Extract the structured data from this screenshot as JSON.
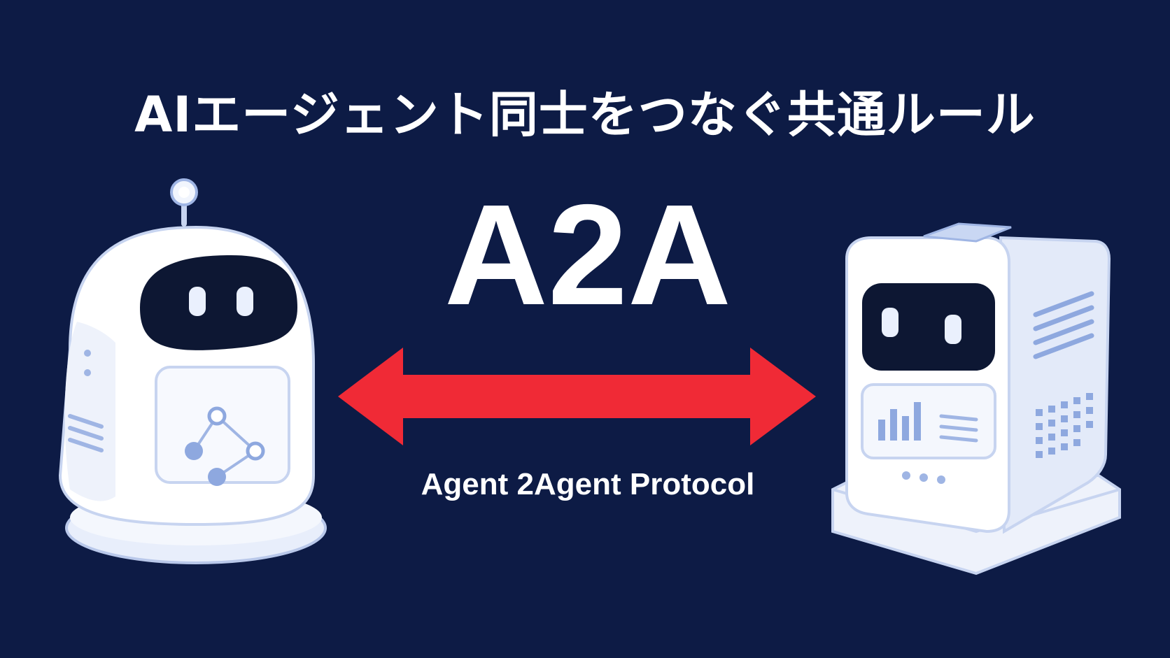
{
  "title": "AIエージェント同士をつなぐ共通ルール",
  "headline": "A2A",
  "subtitle": "Agent 2Agent Protocol",
  "colors": {
    "background": "#0d1b45",
    "arrow": "#f02a36",
    "robot_body": "#ffffff",
    "robot_accent": "#8ea8df",
    "robot_face": "#0d1733"
  },
  "icons": {
    "left": "round-robot-icon",
    "right": "server-robot-icon",
    "arrow": "double-arrow-icon"
  }
}
